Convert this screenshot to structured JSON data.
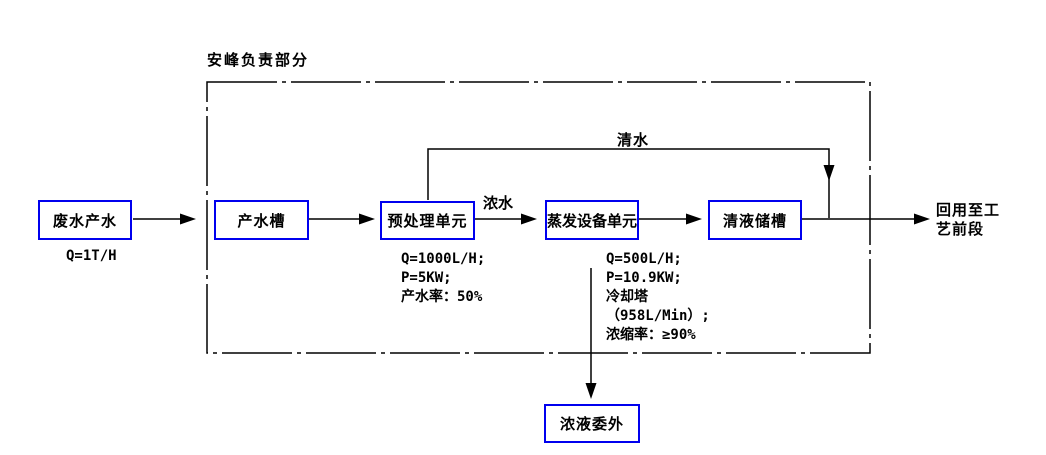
{
  "diagram": {
    "region_title": "安峰负责部分",
    "nodes": {
      "wastewater_source": "废水产水",
      "product_water_tank": "产水槽",
      "pretreatment_unit": "预处理单元",
      "evaporation_unit": "蒸发设备单元",
      "clear_liquid_tank": "清液储槽",
      "concentrate_outsourced": "浓液委外"
    },
    "flow_labels": {
      "inlet_flow": "Q=1T/H",
      "clear_water": "清水",
      "concentrated_water": "浓水",
      "output_line1": "回用至工",
      "output_line2": "艺前段"
    },
    "pretreatment_specs": [
      "Q=1000L/H;",
      "P=5KW;",
      "产水率：50%"
    ],
    "evaporation_specs": [
      "Q=500L/H;",
      "P=10.9KW;",
      "冷却塔",
      "（958L/Min）;",
      "浓缩率：≥90%"
    ],
    "colors": {
      "box_border": "#0000ee",
      "line": "#000000",
      "text": "#000000",
      "background": "#ffffff"
    }
  }
}
